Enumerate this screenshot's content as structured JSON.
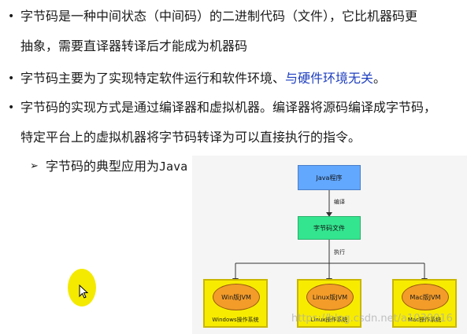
{
  "bullets": [
    {
      "line1": "字节码是一种中间状态（中间码）的二进制代码（文件），它比机器码更",
      "line2": "抽象，需要直译器转译后才能成为机器码"
    },
    {
      "text_plain": "字节码主要为了实现特定软件运行和软件环境、",
      "text_highlight": "与硬件环境无关",
      "text_end": "。"
    },
    {
      "line1": "字节码的实现方式是通过编译器和虚拟机器。编译器将源码编译成字节码，",
      "line2": "特定平台上的虚拟机器将字节码转译为可以直接执行的指令。"
    }
  ],
  "sub_bullet": {
    "text": "字节码的典型应用为",
    "code": "Java bytecode",
    "end": "。"
  },
  "diagram": {
    "java_program": "Java程序",
    "compile_label": "编译",
    "bytecode_file": "字节码文件",
    "execute_label": "执行",
    "vms": [
      {
        "vm": "Win版JVM",
        "os": "Windows操作系统"
      },
      {
        "vm": "Linux版JVM",
        "os": "Linux操作系统"
      },
      {
        "vm": "Mac版JVM",
        "os": "Mac操作系统"
      }
    ]
  },
  "watermark": "https://blog.csdn.net/a1030016",
  "colors": {
    "highlight": "#1f3fbf",
    "java_box": "#62a8ff",
    "bytecode_box": "#33e58f",
    "vm_frame": "#f7ec00",
    "vm_oval": "#f39c2a",
    "cursor_halo": "#f4ea00"
  }
}
